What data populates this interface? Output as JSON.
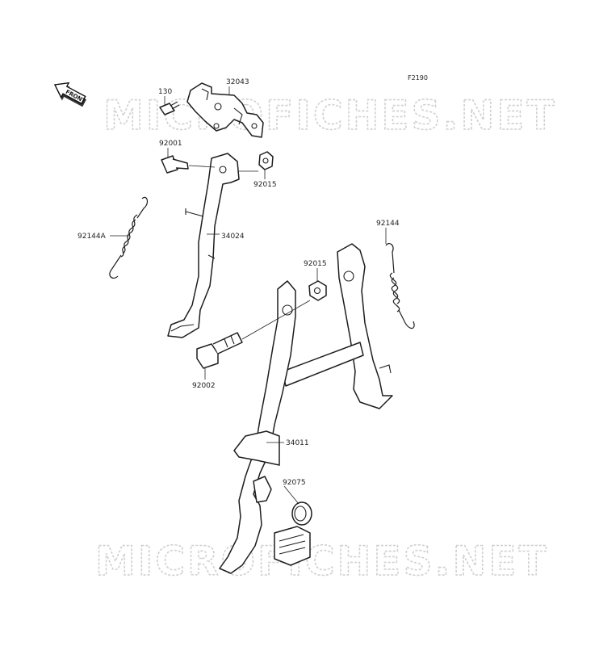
{
  "figure_code": "F2190",
  "front_marker": "FRONT",
  "watermarks": [
    "MICROFICHES.NET",
    "MICROFICHES.NET"
  ],
  "callouts": [
    {
      "id": "130",
      "text": "130"
    },
    {
      "id": "32043",
      "text": "32043"
    },
    {
      "id": "92001",
      "text": "92001"
    },
    {
      "id": "92015a",
      "text": "92015"
    },
    {
      "id": "92144A",
      "text": "92144A"
    },
    {
      "id": "34024",
      "text": "34024"
    },
    {
      "id": "92144",
      "text": "92144"
    },
    {
      "id": "92015b",
      "text": "92015"
    },
    {
      "id": "92002",
      "text": "92002"
    },
    {
      "id": "34011",
      "text": "34011"
    },
    {
      "id": "92075",
      "text": "92075"
    }
  ]
}
